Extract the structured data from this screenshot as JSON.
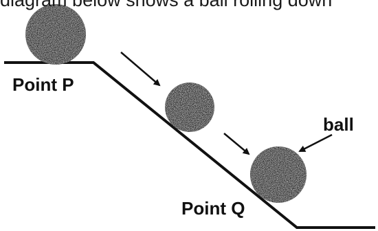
{
  "caption": "diagram below shows a ball rolling down",
  "labels": {
    "point_p": "Point P",
    "point_q": "Point Q",
    "ball": "ball"
  },
  "colors": {
    "ink": "#111111",
    "ball_fill": "#2b2b2b",
    "background": "#ffffff"
  }
}
